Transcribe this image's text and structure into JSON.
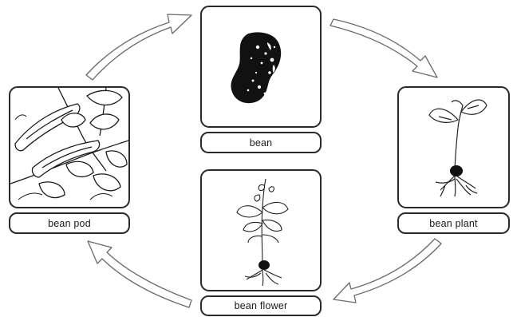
{
  "stages": {
    "bean": {
      "label": "bean",
      "icon": "bean-seed-icon"
    },
    "plant": {
      "label": "bean plant",
      "icon": "seedling-icon"
    },
    "flower": {
      "label": "bean flower",
      "icon": "flowering-plant-icon"
    },
    "pod": {
      "label": "bean pod",
      "icon": "bean-pod-icon"
    }
  },
  "cycle_order": [
    "bean",
    "bean plant",
    "bean flower",
    "bean pod"
  ],
  "colors": {
    "outline": "#2a2a2a",
    "fill": "#ffffff",
    "ink": "#111111"
  }
}
